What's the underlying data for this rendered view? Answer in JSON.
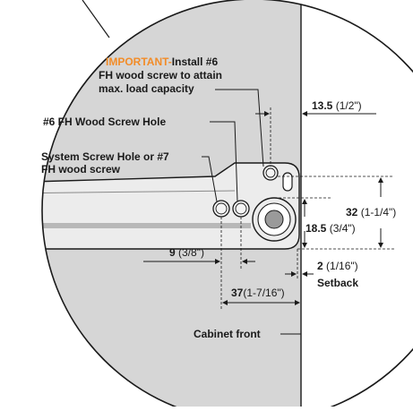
{
  "colors": {
    "cabinet": "#d6d6d6",
    "cabinet_front": "#ffffff",
    "line": "#1a1a1a",
    "accent": "#f28c28"
  },
  "labels": {
    "important_prefix": "IMPORTANT-",
    "important_rest": "Install #6",
    "important_line2": "FH wood screw to attain",
    "important_line3": "max. load capacity",
    "fh_hole": "#6 FH Wood Screw Hole",
    "system_line1": "System Screw Hole or #7",
    "system_line2": "FH wood screw",
    "cabinet_front": "Cabinet front",
    "setback": "Setback"
  },
  "dimensions": {
    "d13_value": "13.5",
    "d13_frac": "(1/2\")",
    "d32_value": "32",
    "d32_frac": "(1-1/4\")",
    "d18_value": "18.5",
    "d18_frac": "(3/4\")",
    "d9_value": "9",
    "d9_frac": "(3/8\")",
    "d2_value": "2",
    "d2_frac": "(1/16\")",
    "d37_value": "37",
    "d37_frac": "(1-7/16\")"
  }
}
